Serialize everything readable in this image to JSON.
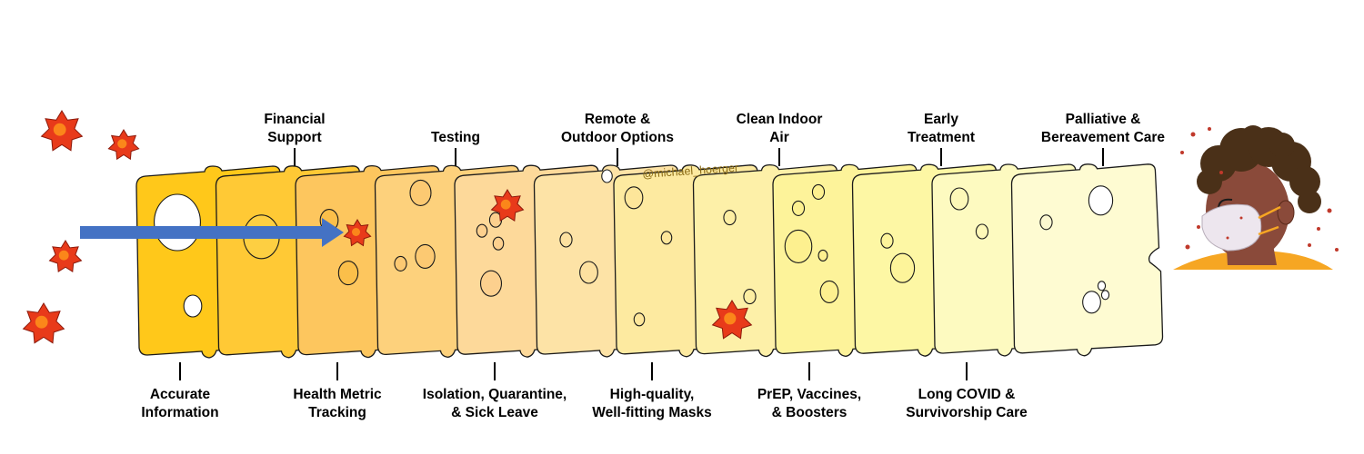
{
  "diagram": {
    "watermark": "@michael_hoerger",
    "layers_top": [
      {
        "label": "Financial\nSupport"
      },
      {
        "label": "Testing"
      },
      {
        "label": "Remote &\nOutdoor Options"
      },
      {
        "label": "Clean Indoor\nAir"
      },
      {
        "label": "Early\nTreatment"
      },
      {
        "label": "Palliative &\nBereavement Care"
      }
    ],
    "layers_bottom": [
      {
        "label": "Accurate\nInformation"
      },
      {
        "label": "Health Metric\nTracking"
      },
      {
        "label": "Isolation, Quarantine,\n& Sick Leave"
      },
      {
        "label": "High-quality,\nWell-fitting Masks"
      },
      {
        "label": "PrEP, Vaccines,\n& Boosters"
      },
      {
        "label": "Long COVID &\nSurvivorship Care"
      }
    ],
    "colors": {
      "slice_fills": [
        "#ffc81a",
        "#ffc935",
        "#fdc65e",
        "#fdd17c",
        "#fdd99a",
        "#fde3a6",
        "#fdeaa0",
        "#fdf0a8",
        "#fdf39a",
        "#fdf7a4",
        "#fdfac0",
        "#fefbd2"
      ],
      "virus": "#e83a1a",
      "virus_center": "#ff9a1a",
      "arrow": "#4472c4",
      "skin": "#8a4a3a",
      "hair": "#4a3018",
      "mask": "#ede6ee",
      "shirt": "#f6a623",
      "droplet": "#c0392b"
    },
    "icons": [
      "virus-icon",
      "pathway-arrow",
      "person-wearing-mask-icon"
    ]
  }
}
